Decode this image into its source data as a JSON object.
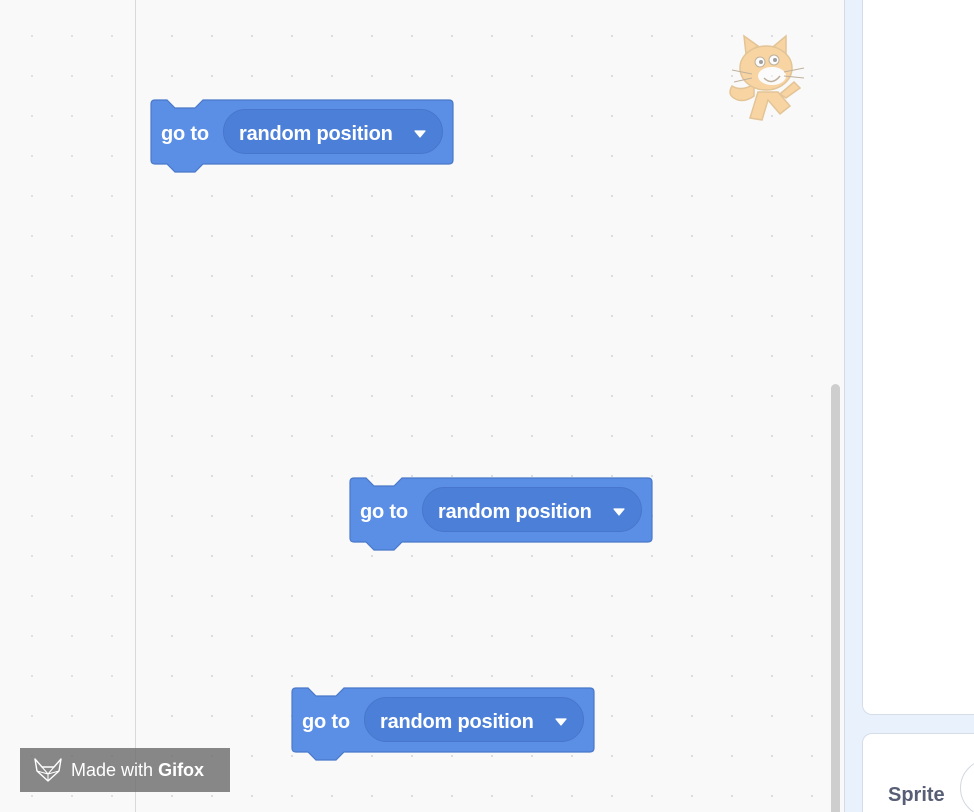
{
  "blocks": [
    {
      "label": "go to",
      "dropdown": "random position"
    },
    {
      "label": "go to",
      "dropdown": "random position"
    },
    {
      "label": "go to",
      "dropdown": "random position"
    }
  ],
  "sprite_panel": {
    "label": "Sprite"
  },
  "watermark": {
    "prefix": "Made with",
    "brand": "Gifox"
  },
  "icons": {
    "sprite_watermark": "scratch-cat-icon",
    "dropdown_caret": "caret-down-icon",
    "watermark_logo": "fox-logo-icon"
  },
  "colors": {
    "block_fill": "#5b8fe6",
    "block_border": "#4a78c8",
    "dropdown_fill": "#4c80d8",
    "workspace_bg": "#f9f9f9",
    "right_panel_bg": "#e9f1fc",
    "sprite_label": "#575e75"
  }
}
